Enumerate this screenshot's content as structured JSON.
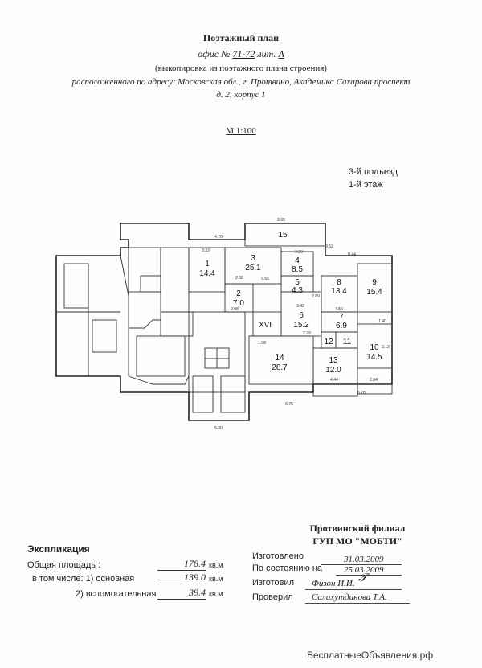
{
  "header": {
    "title": "Поэтажный план",
    "office_prefix": "офис №",
    "office_number": "71-72",
    "lit_label": "лит.",
    "lit_value": "А",
    "subtitle": "(выкопировка из поэтажного плана строения)",
    "address_line1": "расположенного по адресу: Московская обл., г. Протвино, Академика Сахарова проспект",
    "address_line2": "д. 2, корпус 1",
    "scale": "М 1:100"
  },
  "location": {
    "entrance": "3-й подъезд",
    "floor": "1-й этаж"
  },
  "plan": {
    "rooms": [
      {
        "num": "1",
        "area": "14.4"
      },
      {
        "num": "2",
        "area": "7.0"
      },
      {
        "num": "3",
        "area": "25.1"
      },
      {
        "num": "4",
        "area": "8.5"
      },
      {
        "num": "5",
        "area": "4.3"
      },
      {
        "num": "6",
        "area": "15.2"
      },
      {
        "num": "7",
        "area": "6.9"
      },
      {
        "num": "8",
        "area": "13.4"
      },
      {
        "num": "9",
        "area": "15.4"
      },
      {
        "num": "10",
        "area": "14.5"
      },
      {
        "num": "11",
        "area": ""
      },
      {
        "num": "12",
        "area": ""
      },
      {
        "num": "13",
        "area": "12.0"
      },
      {
        "num": "14",
        "area": "28.7"
      },
      {
        "num": "15",
        "area": ""
      },
      {
        "num": "XVI",
        "area": ""
      }
    ],
    "dimensions": [
      "2.65",
      "4.70",
      "3.32",
      "3.52",
      "3.20",
      "0.44",
      "2.68",
      "5.56",
      "3.42",
      "2.69",
      "2.98",
      "1.40",
      "4.44",
      "2.84",
      "6.28",
      "6.76",
      "5.30",
      "4.50",
      "3.12",
      "1.98",
      "2.29"
    ]
  },
  "organization": {
    "line1": "Протвинский филиал",
    "line2": "ГУП МО \"МОБТИ\""
  },
  "explication": {
    "title": "Экспликация",
    "total_label": "Общая площадь :",
    "total_value": "178.4",
    "main_label": "в том числе: 1) основная",
    "main_value": "139.0",
    "aux_label": "2) вспомогательная",
    "aux_value": "39.4",
    "unit": "кв.м"
  },
  "footer": {
    "made_label": "Изготовлено",
    "made_value": "31.03.2009",
    "state_label": "По состоянию на",
    "state_value": "25.03.2009",
    "maker_label": "Изготовил",
    "maker_value": "Физон И.И.",
    "checker_label": "Проверил",
    "checker_value": "Салахутдинова Т.А."
  },
  "watermark": "БесплатныеОбъявления.рф"
}
